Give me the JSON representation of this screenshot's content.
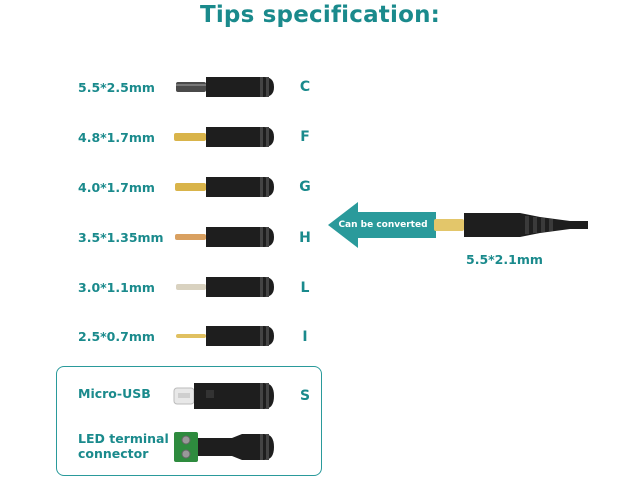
{
  "title": "Tips specification:",
  "tips": [
    {
      "size": "5.5*2.5mm",
      "code": "C"
    },
    {
      "size": "4.8*1.7mm",
      "code": "F"
    },
    {
      "size": "4.0*1.7mm",
      "code": "G"
    },
    {
      "size": "3.5*1.35mm",
      "code": "H"
    },
    {
      "size": "3.0*1.1mm",
      "code": "L"
    },
    {
      "size": "2.5*0.7mm",
      "code": "I"
    }
  ],
  "special": {
    "micro_usb_label": "Micro-USB",
    "micro_usb_code": "S",
    "led_label_line1": "LED  terminal",
    "led_label_line2": "connector"
  },
  "convert_text": "Can be converted",
  "source_size": "5.5*2.1mm",
  "colors": {
    "accent": "#1a8a8c",
    "arrow": "#2a9a9b",
    "plug_body": "#222222",
    "pin_gold": "#d9b44a",
    "terminal_green": "#2e8b3e"
  }
}
